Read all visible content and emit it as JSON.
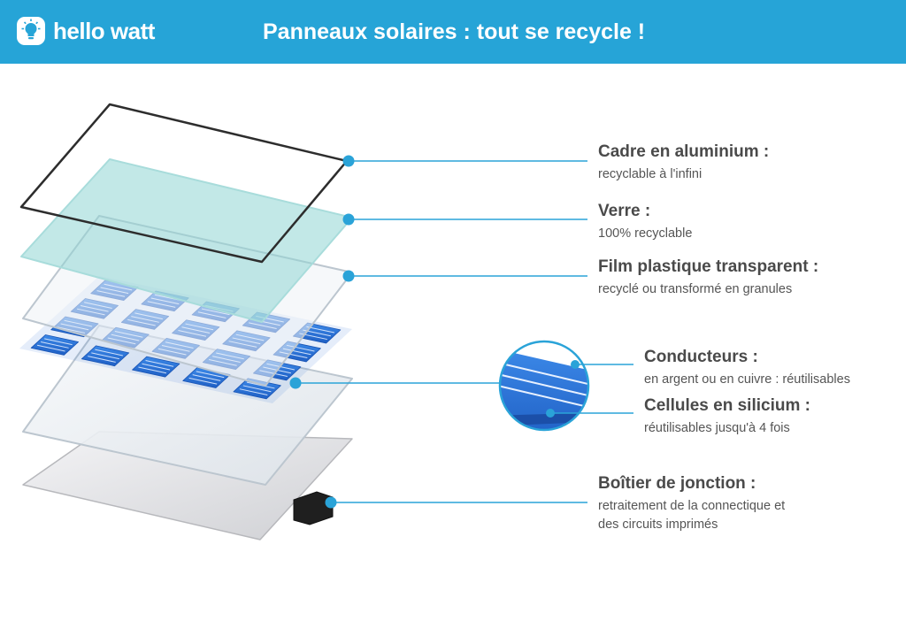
{
  "header": {
    "brand": "hello watt",
    "title": "Panneaux solaires : tout se recycle !",
    "logo_icon": "lightbulb-icon",
    "background_color": "#26a4d7"
  },
  "accent_color": "#1e9bd7",
  "components": [
    {
      "name": "Cadre en aluminium :",
      "desc": [
        "recyclable à l'infini"
      ]
    },
    {
      "name": "Verre :",
      "desc": [
        "100% recyclable"
      ]
    },
    {
      "name": "Film plastique transparent :",
      "desc": [
        "recyclé ou transformé en granules"
      ]
    },
    {
      "name": "Conducteurs :",
      "desc": [
        "en argent ou en cuivre : réutilisables"
      ]
    },
    {
      "name": "Cellules en silicium :",
      "desc": [
        "réutilisables jusqu'à 4 fois"
      ]
    },
    {
      "name": "Boîtier de jonction :",
      "desc": [
        "retraitement de la connectique et",
        "des circuits imprimés"
      ]
    }
  ]
}
